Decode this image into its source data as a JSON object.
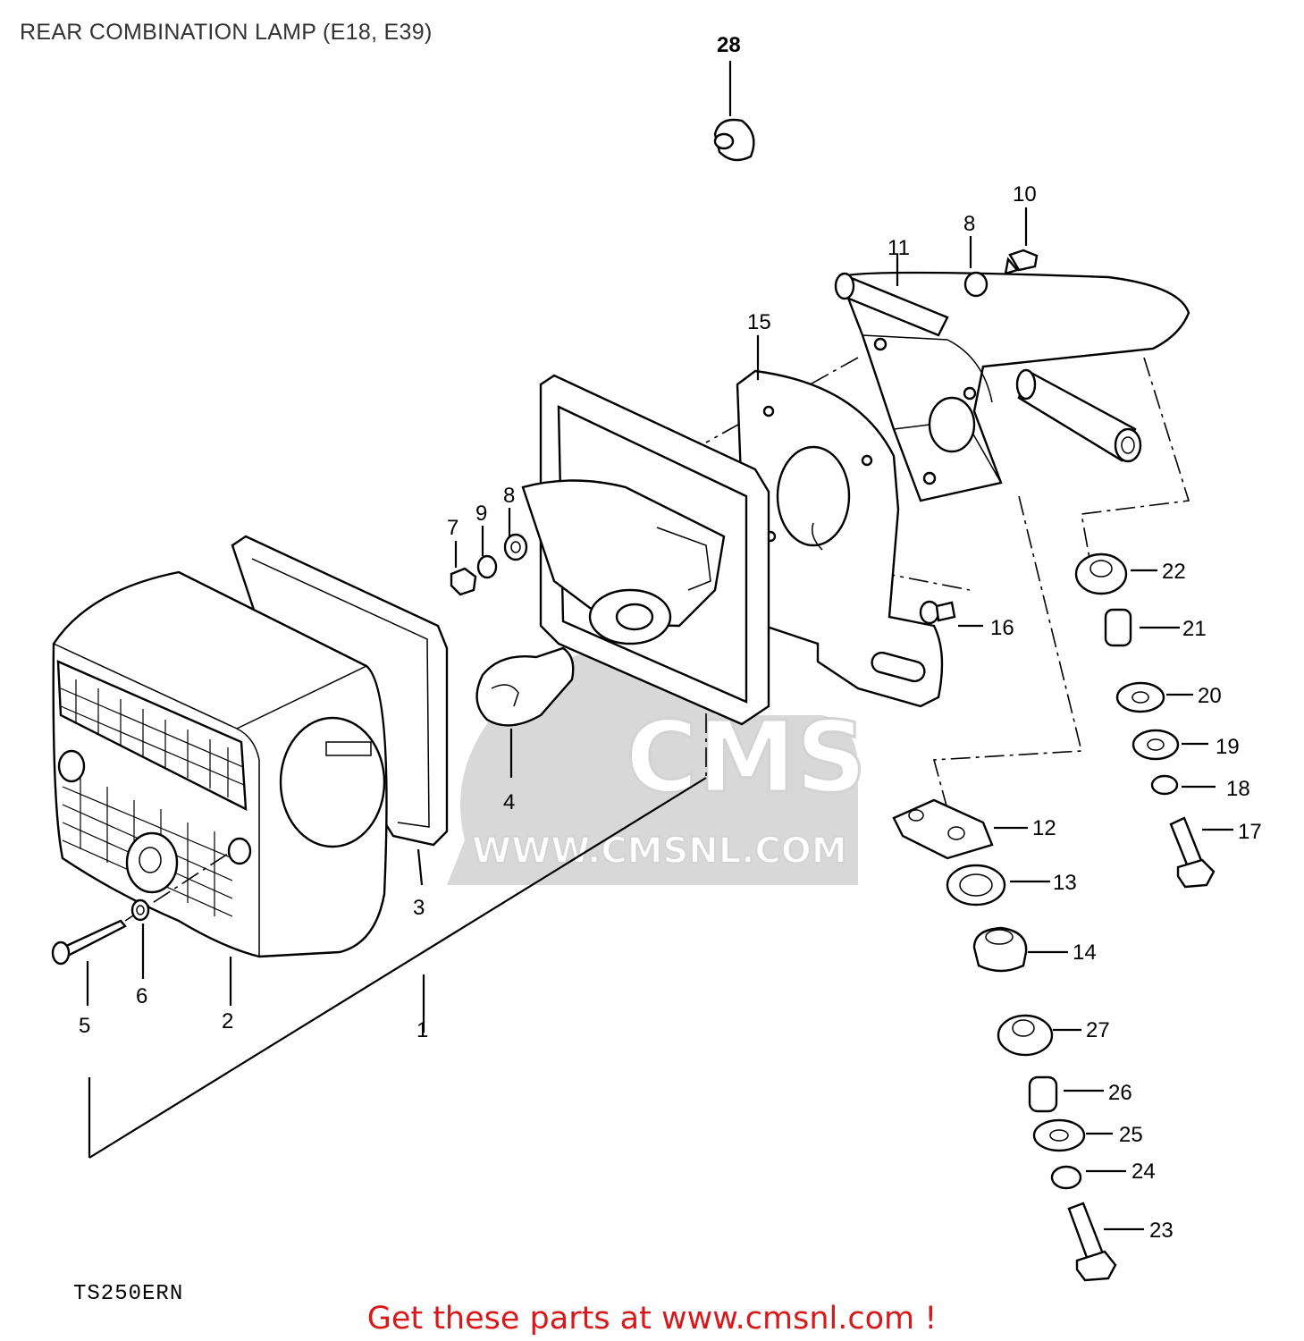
{
  "title": "REAR COMBINATION LAMP (E18, E39)",
  "model_code": "TS250ERN",
  "footer": "Get these parts at www.cmsnl.com !",
  "watermark": {
    "brand": "CMS",
    "url": "WWW.CMSNL.COM"
  },
  "callouts": [
    "1",
    "2",
    "3",
    "4",
    "5",
    "6",
    "7",
    "8",
    "8",
    "9",
    "10",
    "11",
    "12",
    "13",
    "14",
    "15",
    "16",
    "17",
    "18",
    "19",
    "20",
    "21",
    "22",
    "23",
    "24",
    "25",
    "26",
    "27",
    "28"
  ]
}
